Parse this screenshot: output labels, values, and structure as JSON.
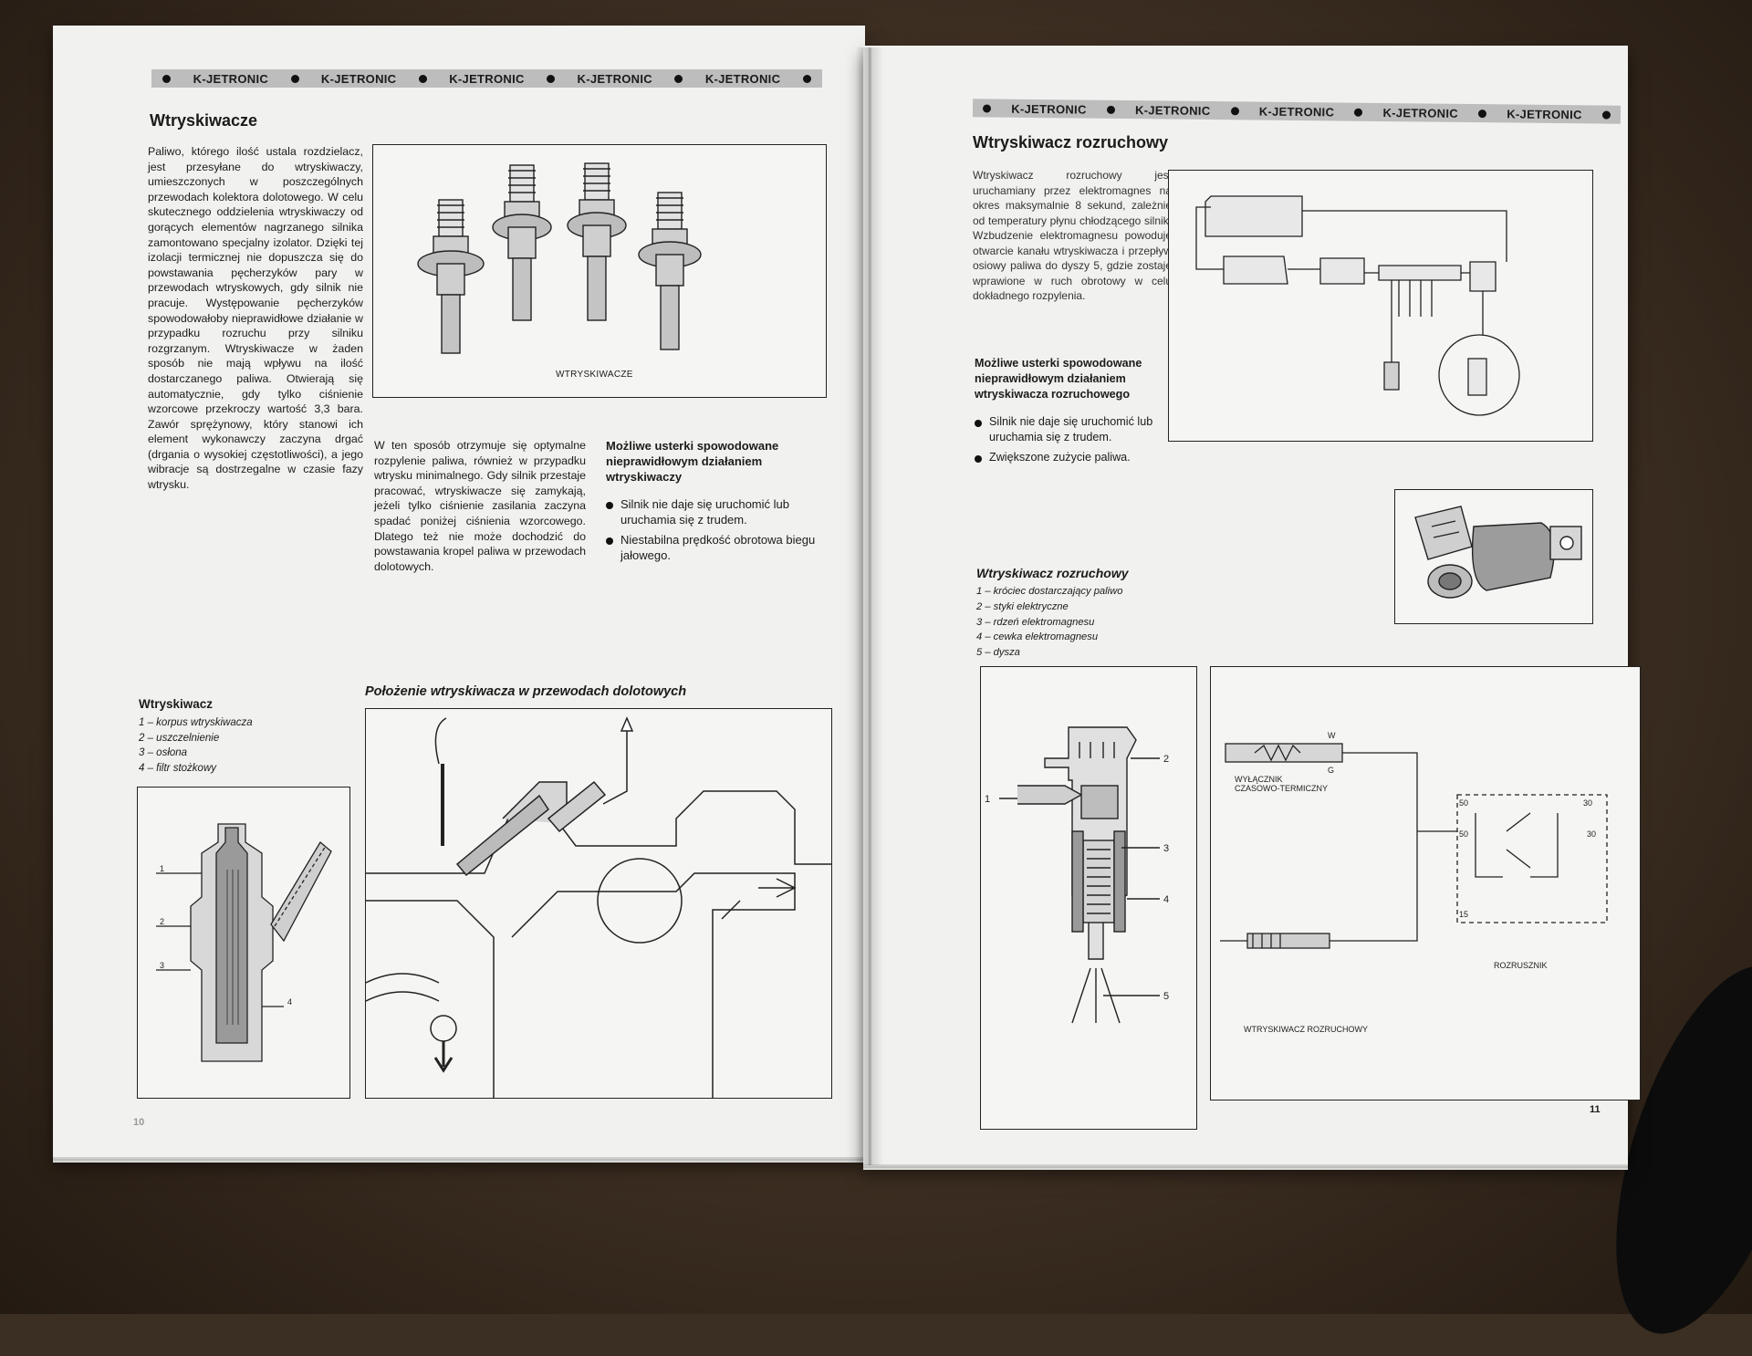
{
  "header": {
    "label": "K-JETRONIC"
  },
  "left_page": {
    "title": "Wtryskiwacze",
    "col1": "Paliwo, którego ilość ustala rozdzielacz, jest przesyłane do wtryskiwaczy, umieszczonych w poszczególnych przewodach kolektora dolotowego. W celu skutecznego oddzielenia wtryskiwaczy od gorących elementów nagrzanego silnika zamontowano specjalny izolator. Dzięki tej izolacji termicznej nie dopuszcza się do powstawania pęcherzyków pary w przewodach wtryskowych, gdy silnik nie pracuje. Występowanie pęcherzyków spowodowałoby nieprawidłowe działanie w przypadku rozruchu przy silniku rozgrzanym. Wtryskiwacze w żaden sposób nie mają wpływu na ilość dostarczanego paliwa. Otwierają się automatycznie, gdy tylko ciśnienie wzorcowe przekroczy wartość 3,3 bara. Zawór sprężynowy, który stanowi ich element wykonawczy zaczyna drgać (drgania o wysokiej częstotliwości), a jego wibracje są dostrzegalne w czasie fazy wtrysku.",
    "col2": "W ten sposób otrzymuje się optymalne rozpylenie paliwa, również w przypadku wtrysku minimalnego. Gdy silnik przestaje pracować, wtryskiwacze się zamykają, jeżeli tylko ciśnienie zasilania zaczyna spadać poniżej ciśnienia wzorcowego. Dlatego też nie może dochodzić do powstawania kropel paliwa w przewodach dolotowych.",
    "faults_title": "Możliwe usterki spowodowane nieprawidłowym działaniem wtryskiwaczy",
    "faults": [
      "Silnik nie daje się uruchomić lub uruchamia się z trudem.",
      "Niestabilna prędkość obrotowa biegu jałowego."
    ],
    "photo_caption": "WTRYSKIWACZE",
    "legend_title": "Wtryskiwacz",
    "legend": [
      "1 – korpus wtryskiwacza",
      "2 – uszczelnienie",
      "3 – osłona",
      "4 – filtr stożkowy"
    ],
    "fig_heading": "Położenie wtryskiwacza w przewodach dolotowych",
    "page_number": "10"
  },
  "right_page": {
    "title": "Wtryskiwacz rozruchowy",
    "body": "Wtryskiwacz rozruchowy jest uruchamiany przez elektromagnes na okres maksymalnie 8 sekund, zależnie od temperatury płynu chłodzącego silnik. Wzbudzenie elektromagnesu powoduje otwarcie kanału wtryskiwacza i przepływ osiowy paliwa do dyszy 5, gdzie zostaje wprawione w ruch obrotowy w celu dokładnego rozpylenia.",
    "faults_title": "Możliwe usterki spowodowane nieprawidłowym działaniem wtryskiwacza rozruchowego",
    "faults": [
      "Silnik nie daje się uruchomić lub uruchamia się z trudem.",
      "Zwiększone zużycie paliwa."
    ],
    "legend_title": "Wtryskiwacz rozruchowy",
    "legend": [
      "1 – króciec dostarczający paliwo",
      "2 – styki elektryczne",
      "3 – rdzeń elektromagnesu",
      "4 – cewka elektromagnesu",
      "5 – dysza"
    ],
    "section_labels": [
      "1",
      "2",
      "3",
      "4",
      "5"
    ],
    "circuit": {
      "switch_label_1": "WYŁĄCZNIK",
      "switch_label_2": "CZASOWO-TERMICZNY",
      "w": "W",
      "g": "G",
      "t50a": "50",
      "t50b": "50",
      "t30a": "30",
      "t30b": "30",
      "t15": "15",
      "starter": "ROZRUSZNIK",
      "injector": "WTRYSKIWACZ ROZRUCHOWY"
    },
    "page_number": "11"
  },
  "colors": {
    "paper": "#f1f1ef",
    "header_band": "#bdbdbd",
    "ink": "#1b1b1b",
    "background": "#3b2e22"
  }
}
